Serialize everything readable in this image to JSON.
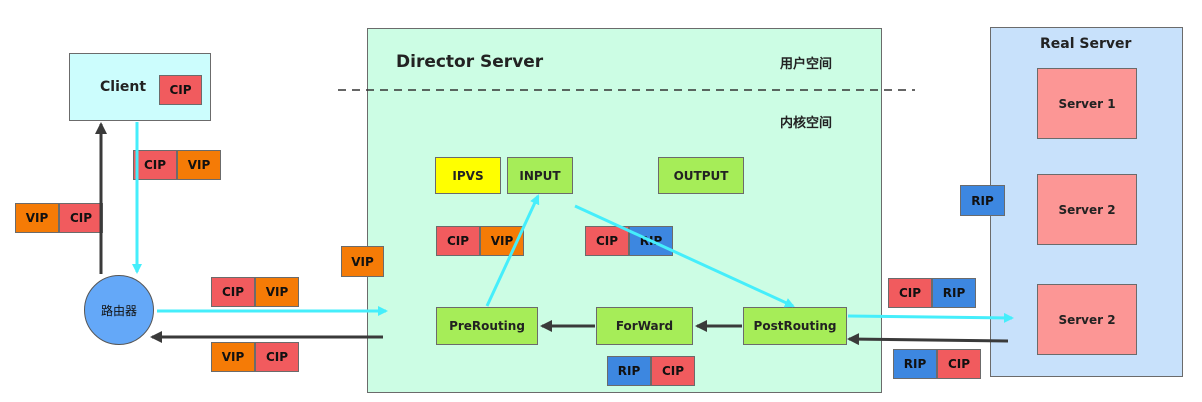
{
  "client": {
    "label": "Client",
    "cip": "CIP"
  },
  "router": {
    "label": "路由器"
  },
  "director": {
    "title": "Director Server",
    "user_space": "用户空间",
    "kernel_space": "内核空间",
    "ipvs": "IPVS",
    "input": "INPUT",
    "output": "OUTPUT",
    "prerouting": "PreRouting",
    "forward": "ForWard",
    "postrouting": "PostRouting",
    "vip": "VIP"
  },
  "real_server": {
    "title": "Real Server",
    "servers": [
      "Server 1",
      "Server 2",
      "Server 2"
    ],
    "rip": "RIP"
  },
  "packets": {
    "client_down": [
      "CIP",
      "VIP"
    ],
    "client_up": [
      "VIP",
      "CIP"
    ],
    "to_director": [
      "CIP",
      "VIP"
    ],
    "from_director": [
      "VIP",
      "CIP"
    ],
    "pre_to_input": [
      "CIP",
      "VIP"
    ],
    "input_to_post": [
      "CIP",
      "RIP"
    ],
    "bottom_mid": [
      "RIP",
      "CIP"
    ],
    "to_real": [
      "CIP",
      "RIP"
    ],
    "from_real": [
      "RIP",
      "CIP"
    ]
  },
  "colors": {
    "cip": "#f15b5e",
    "vip": "#f57b06",
    "rip": "#3d87e0",
    "director_bg": "#ccfde4",
    "real_bg": "#c8e1fb",
    "client_bg": "#ccfdfd",
    "router_bg": "#64a8f8",
    "arrow_cyan": "#45eefb",
    "arrow_dark": "#3a3a3a"
  }
}
